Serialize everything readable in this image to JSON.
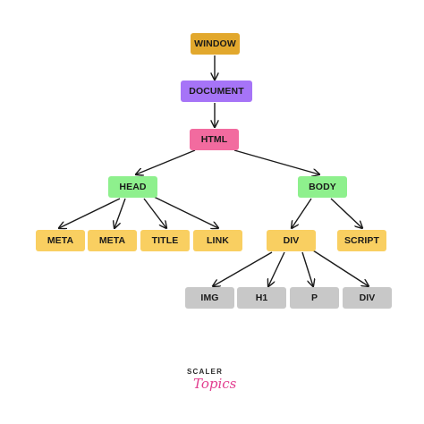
{
  "diagram": {
    "nodes": [
      {
        "id": "window",
        "label": "WINDOW",
        "fill": "#e2a82d"
      },
      {
        "id": "document",
        "label": "DOCUMENT",
        "fill": "#a674f7"
      },
      {
        "id": "html",
        "label": "HTML",
        "fill": "#f26b9f"
      },
      {
        "id": "head",
        "label": "HEAD",
        "fill": "#8ef08d"
      },
      {
        "id": "body",
        "label": "BODY",
        "fill": "#8ef08d"
      },
      {
        "id": "meta1",
        "label": "META",
        "fill": "#f9cf61"
      },
      {
        "id": "meta2",
        "label": "META",
        "fill": "#f9cf61"
      },
      {
        "id": "title",
        "label": "TITLE",
        "fill": "#f9cf61"
      },
      {
        "id": "link",
        "label": "LINK",
        "fill": "#f9cf61"
      },
      {
        "id": "div",
        "label": "DIV",
        "fill": "#f9cf61"
      },
      {
        "id": "script",
        "label": "SCRIPT",
        "fill": "#f9cf61"
      },
      {
        "id": "img",
        "label": "IMG",
        "fill": "#c8c8c8"
      },
      {
        "id": "h1",
        "label": "H1",
        "fill": "#c8c8c8"
      },
      {
        "id": "p",
        "label": "P",
        "fill": "#c8c8c8"
      },
      {
        "id": "div2",
        "label": "DIV",
        "fill": "#c8c8c8"
      }
    ],
    "edges": [
      {
        "from": "window",
        "to": "document"
      },
      {
        "from": "document",
        "to": "html"
      },
      {
        "from": "html",
        "to": "head"
      },
      {
        "from": "html",
        "to": "body"
      },
      {
        "from": "head",
        "to": "meta1"
      },
      {
        "from": "head",
        "to": "meta2"
      },
      {
        "from": "head",
        "to": "title"
      },
      {
        "from": "head",
        "to": "link"
      },
      {
        "from": "body",
        "to": "div"
      },
      {
        "from": "body",
        "to": "script"
      },
      {
        "from": "div",
        "to": "img"
      },
      {
        "from": "div",
        "to": "h1"
      },
      {
        "from": "div",
        "to": "p"
      },
      {
        "from": "div",
        "to": "div2"
      }
    ],
    "edge_color": "#1a1a1a"
  },
  "logo": {
    "top_text": "SCALER",
    "bottom_text": "Topics"
  }
}
